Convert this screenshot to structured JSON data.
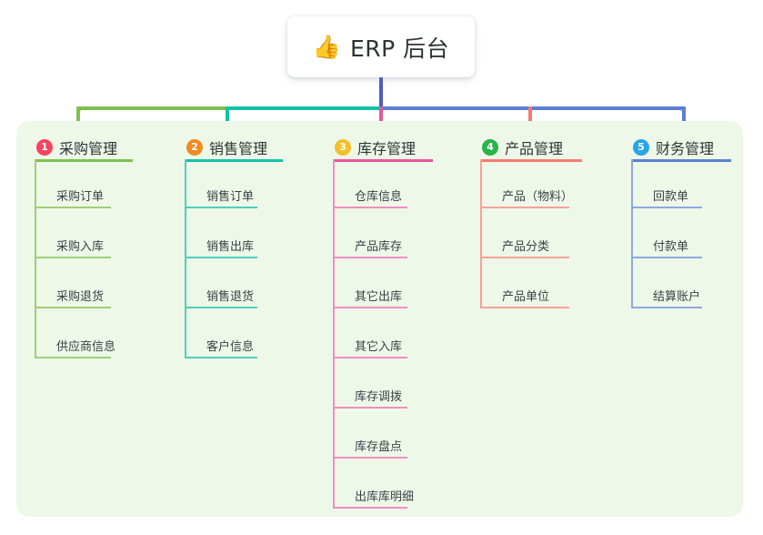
{
  "root": {
    "icon": "thumbs-up-emoji",
    "icon_glyph": "👍",
    "title": "ERP 后台"
  },
  "palette": {
    "panel_background": "#eef8e9",
    "page_background": "#ffffff",
    "root_stem": "#4f5bc4",
    "green": "#7ec14f",
    "teal": "#12c2a6",
    "pink": "#e8559b",
    "salmon": "#f57b6e",
    "blue": "#5b7fd4",
    "badge_1": "#f7435f",
    "badge_2": "#f08b22",
    "badge_3": "#f5c026",
    "badge_4": "#27b34a",
    "badge_5": "#27a6e8",
    "title_text": "#2e3436",
    "leaf_text": "#3a4145"
  },
  "columns": [
    {
      "number": "1",
      "title": "采购管理",
      "badge_color": "#f7435f",
      "line_color": "#7ec14f",
      "leaf_line_color": "#9fce78",
      "items": [
        {
          "label": "采购订单"
        },
        {
          "label": "采购入库"
        },
        {
          "label": "采购退货"
        },
        {
          "label": "供应商信息"
        }
      ]
    },
    {
      "number": "2",
      "title": "销售管理",
      "badge_color": "#f08b22",
      "line_color": "#12c2a6",
      "leaf_line_color": "#4fcfbc",
      "items": [
        {
          "label": "销售订单"
        },
        {
          "label": "销售出库"
        },
        {
          "label": "销售退货"
        },
        {
          "label": "客户信息"
        }
      ]
    },
    {
      "number": "3",
      "title": "库存管理",
      "badge_color": "#f5c026",
      "line_color": "#e8559b",
      "leaf_line_color": "#ef8fbe",
      "items": [
        {
          "label": "仓库信息"
        },
        {
          "label": "产品库存"
        },
        {
          "label": "其它出库"
        },
        {
          "label": "其它入库"
        },
        {
          "label": "库存调拨"
        },
        {
          "label": "库存盘点"
        },
        {
          "label": "出库库明细"
        }
      ]
    },
    {
      "number": "4",
      "title": "产品管理",
      "badge_color": "#27b34a",
      "line_color": "#f57b6e",
      "leaf_line_color": "#f7a197",
      "items": [
        {
          "label": "产品（物料）"
        },
        {
          "label": "产品分类"
        },
        {
          "label": "产品单位"
        }
      ]
    },
    {
      "number": "5",
      "title": "财务管理",
      "badge_color": "#27a6e8",
      "line_color": "#5b7fd4",
      "leaf_line_color": "#8fa8e0",
      "items": [
        {
          "label": "回款单"
        },
        {
          "label": "付款单"
        },
        {
          "label": "结算账户"
        }
      ]
    }
  ]
}
